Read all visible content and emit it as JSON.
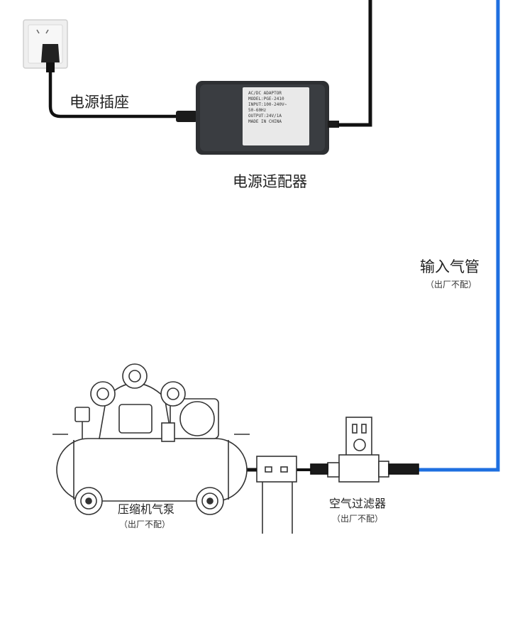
{
  "labels": {
    "power_socket": "电源插座",
    "power_adapter": "电源适配器",
    "input_air_tube": "输入气管",
    "input_air_tube_note": "（出厂不配）",
    "compressor": "压缩机气泵",
    "compressor_note": "（出厂不配）",
    "air_filter": "空气过滤器",
    "air_filter_note": "（出厂不配）"
  },
  "adapter_sticker": {
    "line1": "AC/DC ADAPTOR",
    "line2": "MODEL:PGE-2410",
    "line3": "INPUT:100-240V~",
    "line4": "50-60Hz",
    "line5": "OUTPUT:24V/1A",
    "line6": "MADE IN CHINA"
  },
  "colors": {
    "air_tube": "#1e6fe0",
    "cable": "#111111",
    "adapter_body": "#2e3033",
    "line_art": "#333333"
  }
}
